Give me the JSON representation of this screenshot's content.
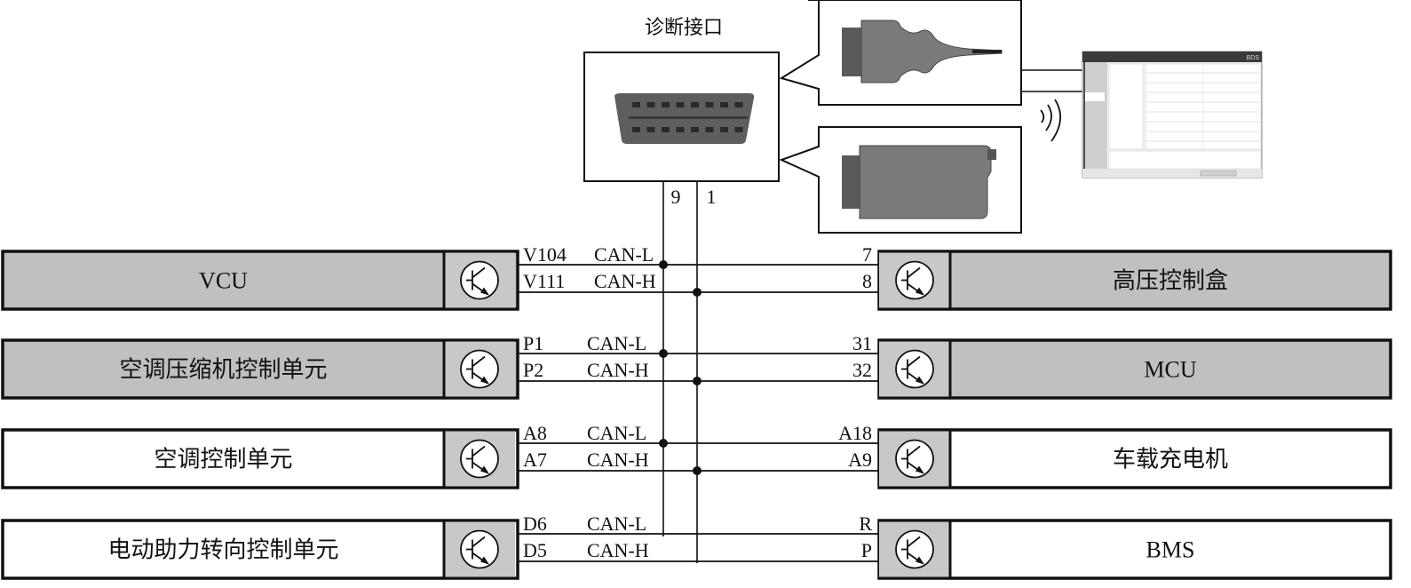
{
  "diagnostic_port": {
    "title": "诊断接口",
    "pins": [
      "9",
      "1"
    ]
  },
  "diagnostic_tool": {
    "screen_title": "BDS",
    "wireless_symbol": "wireless-signal"
  },
  "left_modules": [
    {
      "name": "VCU",
      "fill": "#c0c0c0",
      "pin_l": "V104",
      "pin_h": "V111",
      "sig_l": "CAN-L",
      "sig_h": "CAN-H"
    },
    {
      "name": "空调压缩机控制单元",
      "fill": "#c0c0c0",
      "pin_l": "P1",
      "pin_h": "P2",
      "sig_l": "CAN-L",
      "sig_h": "CAN-H"
    },
    {
      "name": "空调控制单元",
      "fill": "#ffffff",
      "pin_l": "A8",
      "pin_h": "A7",
      "sig_l": "CAN-L",
      "sig_h": "CAN-H"
    },
    {
      "name": "电动助力转向控制单元",
      "fill": "#ffffff",
      "pin_l": "D6",
      "pin_h": "D5",
      "sig_l": "CAN-L",
      "sig_h": "CAN-H"
    }
  ],
  "right_modules": [
    {
      "name": "高压控制盒",
      "fill": "#c0c0c0",
      "pin_l": "7",
      "pin_h": "8"
    },
    {
      "name": "MCU",
      "fill": "#c0c0c0",
      "pin_l": "31",
      "pin_h": "32"
    },
    {
      "name": "车载充电机",
      "fill": "#ffffff",
      "pin_l": "A18",
      "pin_h": "A9"
    },
    {
      "name": "BMS",
      "fill": "#ffffff",
      "pin_l": "R",
      "pin_h": "P"
    }
  ],
  "colors": {
    "line": "#111111",
    "module_gray": "#c0c0c0",
    "transceiver_gray": "#c8c8c8",
    "connector": "#5a5a5a"
  }
}
